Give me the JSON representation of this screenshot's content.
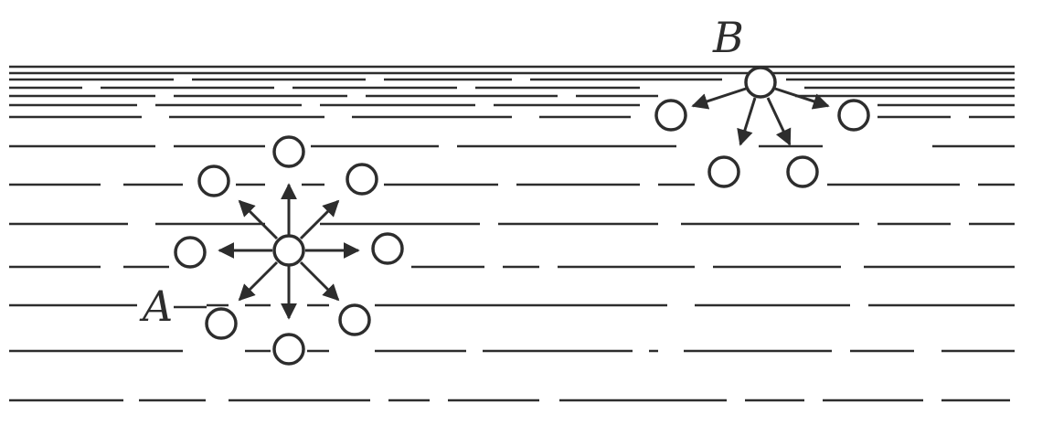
{
  "diagram": {
    "labels": {
      "a": "A",
      "b": "B"
    },
    "colors": {
      "stroke": "#2d2d2d",
      "background": "#ffffff"
    },
    "molecule_a": {
      "neighbor_count": 8,
      "arrow_count": 8
    },
    "molecule_b": {
      "neighbor_count": 4,
      "arrow_count": 4
    }
  }
}
